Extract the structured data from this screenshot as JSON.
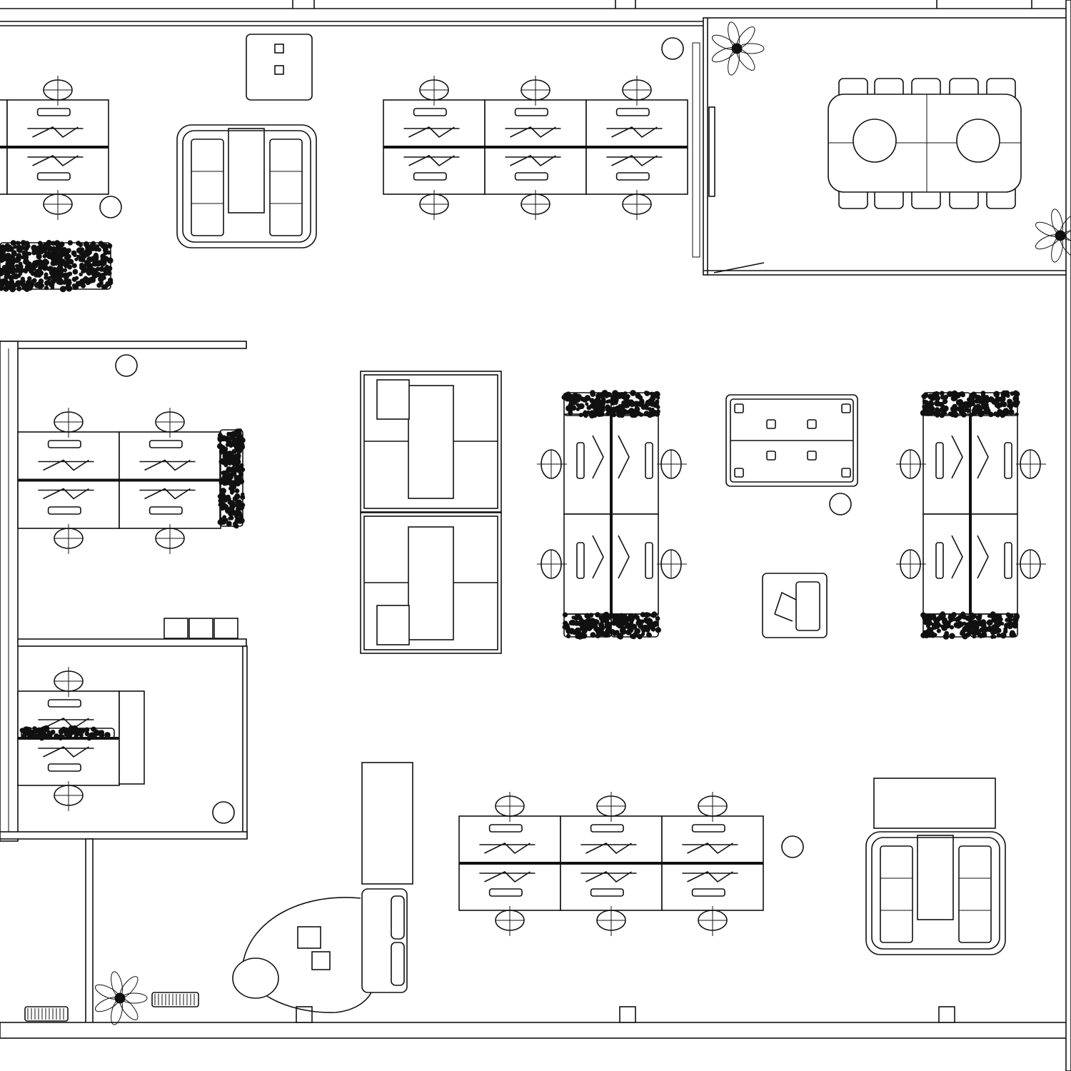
{
  "plan": {
    "type": "office-floor-plan",
    "colors": {
      "line": "#111111",
      "background": "#ffffff"
    },
    "furniture": [
      "desk-cluster",
      "conference-table",
      "sofa-pod",
      "meeting-booth",
      "storage-cabinet",
      "meeting-table",
      "armchair",
      "lounge-sofa",
      "planter",
      "potted-plant",
      "radiator",
      "column"
    ]
  }
}
